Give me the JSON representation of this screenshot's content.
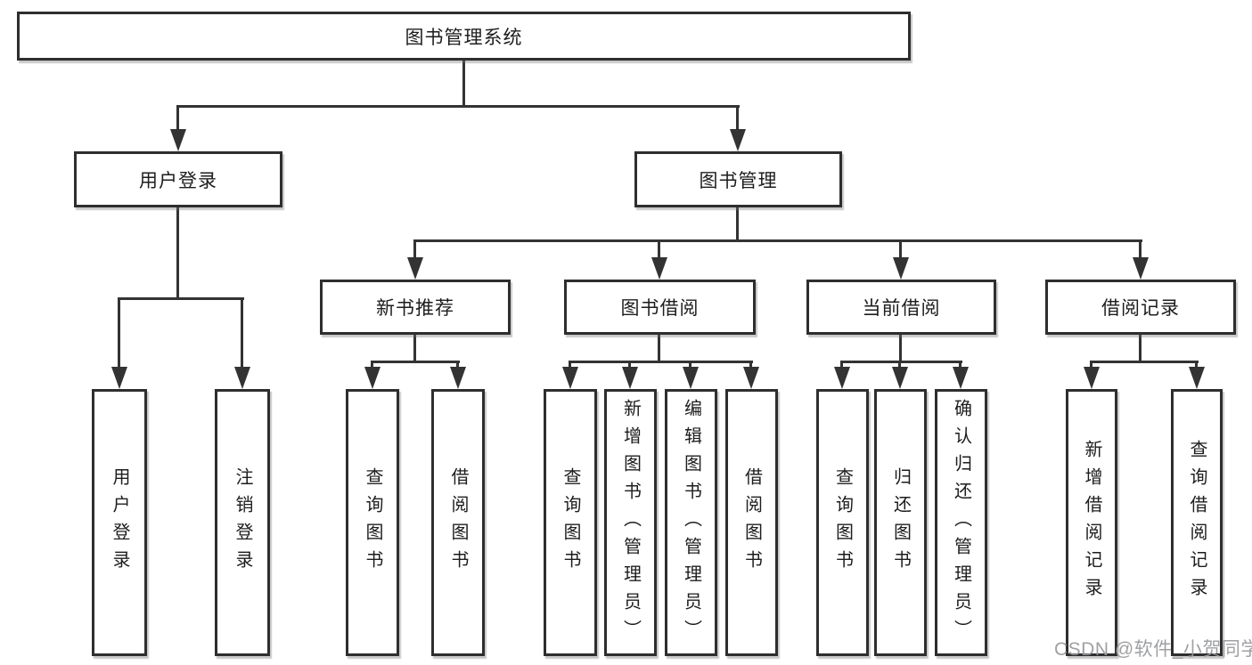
{
  "nodes": {
    "root": "图书管理系统",
    "user_login": "用户登录",
    "book_mgmt": "图书管理",
    "new_book_rec": "新书推荐",
    "book_borrow": "图书借阅",
    "current_borrow": "当前借阅",
    "borrow_records": "借阅记录",
    "leaf_user_login": "用户登录",
    "leaf_logout": "注销登录",
    "rec_query_books": "查询图书",
    "rec_borrow_books": "借阅图书",
    "bb_query_books": "查询图书",
    "bb_add_books": "新增图书（管理员）",
    "bb_edit_books": "编辑图书（管理员）",
    "bb_borrow_books": "借阅图书",
    "cb_query_books": "查询图书",
    "cb_return_books": "归还图书",
    "cb_confirm_return": "确认归还（管理员）",
    "br_add_record": "新增借阅记录",
    "br_query_record": "查询借阅记录"
  },
  "watermark": {
    "text": "CSDN @软件_小贺同学"
  },
  "colors": {
    "line": "#333333",
    "box_border": "#2e2e2e",
    "box_background": "#ffffff",
    "text": "#1d1d1d",
    "watermark": "#97999c",
    "page_background": "#ffffff"
  }
}
